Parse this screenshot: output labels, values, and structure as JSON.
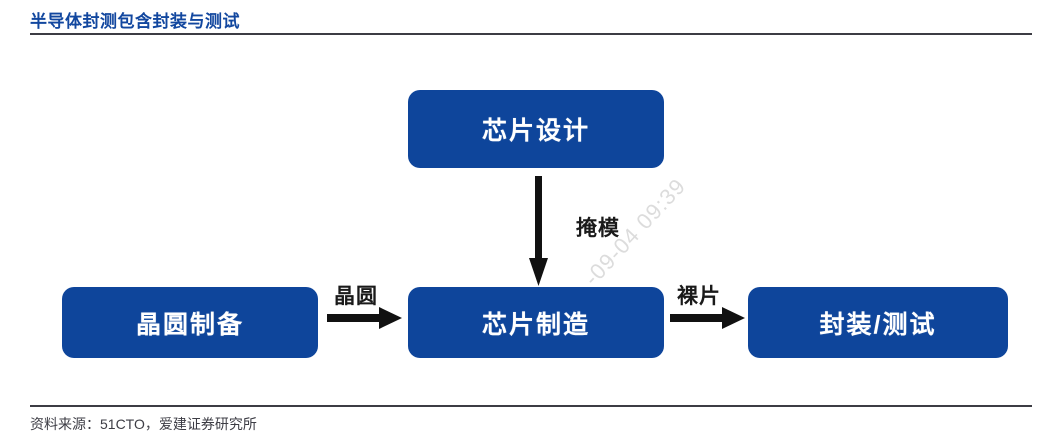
{
  "header": {
    "title": "半导体封测包含封装与测试",
    "title_color": "#12479f",
    "rule_color": "#3c3c44"
  },
  "footer": {
    "source": "资料来源：51CTO，爱建证券研究所"
  },
  "watermark": {
    "text": "-09-04 09:39"
  },
  "diagram": {
    "type": "flow",
    "node_color": "#0e459b",
    "node_text_color": "#ffffff",
    "arrow_color": "#111111",
    "nodes": [
      {
        "id": "design",
        "label": "芯片设计"
      },
      {
        "id": "wafer",
        "label": "晶圆制备"
      },
      {
        "id": "fab",
        "label": "芯片制造"
      },
      {
        "id": "package",
        "label": "封装/测试"
      }
    ],
    "edges": [
      {
        "from": "design",
        "to": "fab",
        "label": "掩模",
        "direction": "down"
      },
      {
        "from": "wafer",
        "to": "fab",
        "label": "晶圆",
        "direction": "right"
      },
      {
        "from": "fab",
        "to": "package",
        "label": "裸片",
        "direction": "right"
      }
    ]
  }
}
